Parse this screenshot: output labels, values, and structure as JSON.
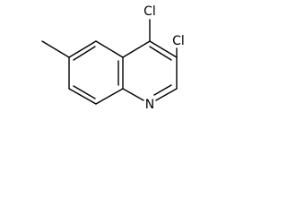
{
  "molecule": {
    "atoms": {
      "cl4": "Cl",
      "cl3": "Cl",
      "n1": "N"
    }
  }
}
